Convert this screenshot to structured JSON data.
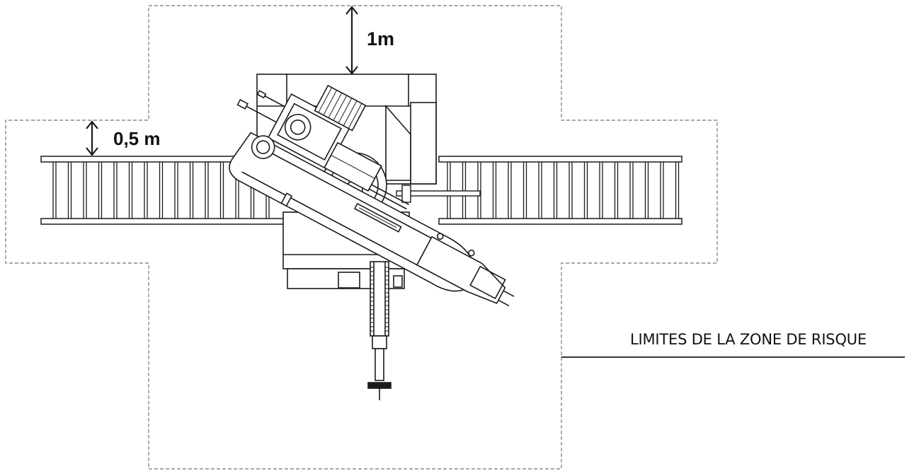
{
  "diagram": {
    "dimension_top": "1m",
    "dimension_side": "0,5 m",
    "zone_label": "LIMITES DE LA ZONE DE RISQUE"
  },
  "colors": {
    "zone_outline": "#8a8a8a",
    "line_art": "#1a1a1a",
    "panel_fill": "#f4f4f4"
  }
}
